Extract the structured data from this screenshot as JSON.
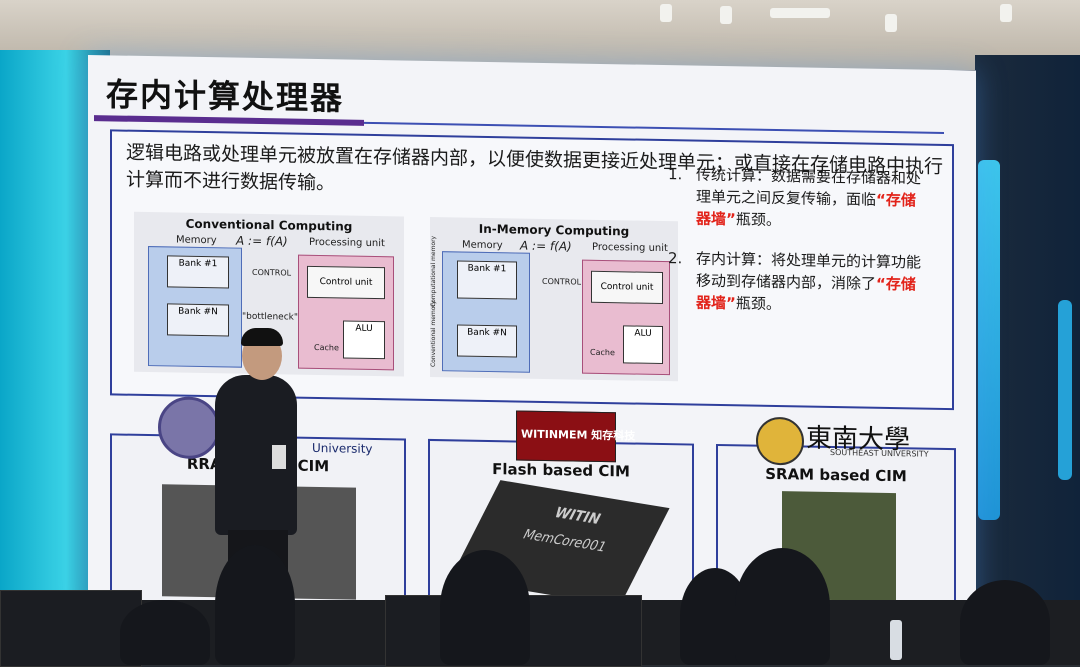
{
  "slide": {
    "title": "存内计算处理器",
    "description": "逻辑电路或处理单元被放置在存储器内部，以便使数据更接近处理单元；或直接在存储电路中执行计算而不进行数据传输。",
    "diagrams": {
      "conventional": {
        "title": "Conventional Computing",
        "memory": "Memory",
        "formula": "A := f(A)",
        "processing": "Processing unit",
        "bank1": "Bank #1",
        "bankN": "Bank #N",
        "control": "CONTROL",
        "bottleneck": "\"bottleneck\"",
        "control_unit": "Control unit",
        "alu": "ALU",
        "cache": "Cache"
      },
      "in_memory": {
        "title": "In-Memory Computing",
        "memory": "Memory",
        "formula": "A := f(A)",
        "processing": "Processing unit",
        "bank1": "Bank #1",
        "bankN": "Bank #N",
        "control": "CONTROL",
        "control_unit": "Control unit",
        "alu": "ALU",
        "cache": "Cache",
        "comp_memory": "Computational memory",
        "conv_memory": "Conventional memory"
      }
    },
    "notes": [
      {
        "num": "1.",
        "pre": "传统计算：数据需要在存储器和处理单元之间反复传输，面临",
        "highlight": "“存储器墙”",
        "post": "瓶颈。"
      },
      {
        "num": "2.",
        "pre": "存内计算：将处理单元的计算功能移动到存储器内部，消除了",
        "highlight": "“存储器墙”",
        "post": "瓶颈。"
      }
    ],
    "cim": [
      {
        "label": "RRAM based CIM",
        "logo": "University"
      },
      {
        "label": "Flash based CIM",
        "logo": "WITINMEM 知存科技",
        "chip_brand": "WITIN",
        "chip_model": "MemCore001"
      },
      {
        "label": "SRAM based CIM",
        "logo": "東南大學",
        "logo_sub": "SOUTHEAST UNIVERSITY"
      }
    ]
  },
  "colors": {
    "title_bar": "#5a2d8f",
    "border": "#2f3f9c",
    "highlight": "#e2231a"
  }
}
